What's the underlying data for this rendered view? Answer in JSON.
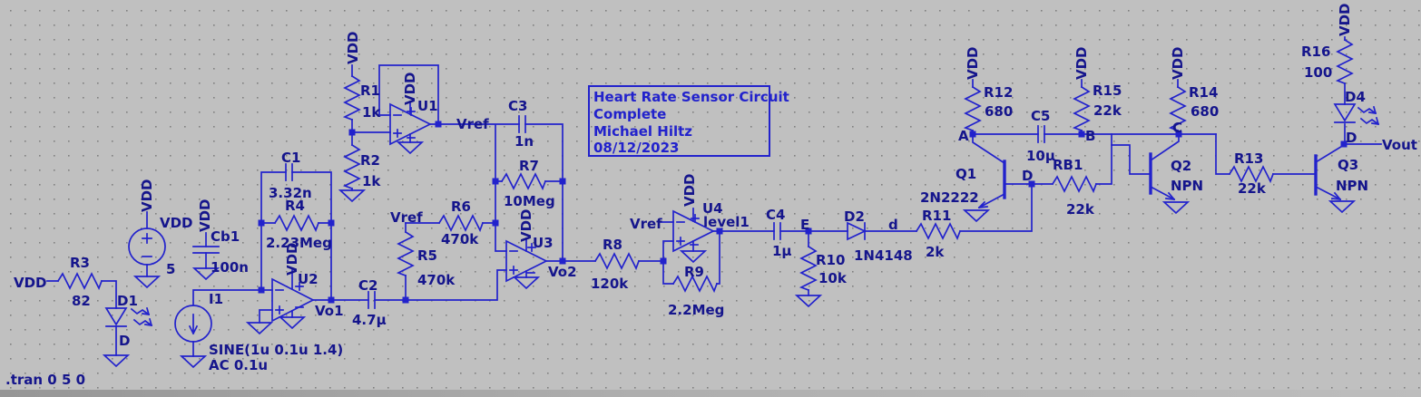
{
  "colors": {
    "background": "#c0c0c0",
    "grid_dot": "#7f7f7f",
    "wire": "#2222cc",
    "label_text": "#15158c",
    "title_text": "#2222cc",
    "bottom_bar": "#9a9a9a"
  },
  "directive": {
    "tran": ".tran 0 5 0"
  },
  "title_block": {
    "line1": "Heart Rate Sensor Circuit",
    "line2": "Complete",
    "line3": "Michael Hiltz",
    "line4": "08/12/2023"
  },
  "nets": {
    "vdd": "VDD",
    "vref": "Vref",
    "vo1": "Vo1",
    "vo2": "Vo2",
    "vout": "Vout",
    "level1": "level1",
    "a": "A",
    "b": "B",
    "c": "C",
    "d": "D",
    "d_diode": "d",
    "e": "E"
  },
  "components": {
    "r1": {
      "ref": "R1",
      "value": "1k"
    },
    "r2": {
      "ref": "R2",
      "value": "1k"
    },
    "r3": {
      "ref": "R3",
      "value": "82"
    },
    "r4": {
      "ref": "R4",
      "value": "2.23Meg"
    },
    "r5": {
      "ref": "R5",
      "value": "470k"
    },
    "r6": {
      "ref": "R6",
      "value": "470k"
    },
    "r7": {
      "ref": "R7",
      "value": "10Meg"
    },
    "r8": {
      "ref": "R8",
      "value": "120k"
    },
    "r9": {
      "ref": "R9",
      "value": "2.2Meg"
    },
    "r10": {
      "ref": "R10",
      "value": "10k"
    },
    "r11": {
      "ref": "R11",
      "value": "2k"
    },
    "r12": {
      "ref": "R12",
      "value": "680"
    },
    "r13": {
      "ref": "R13",
      "value": "22k"
    },
    "r14": {
      "ref": "R14",
      "value": "680"
    },
    "r15": {
      "ref": "R15",
      "value": "22k"
    },
    "r16": {
      "ref": "R16",
      "value": "100"
    },
    "rb1": {
      "ref": "RB1",
      "value": "22k"
    },
    "c1": {
      "ref": "C1",
      "value": "3.32n"
    },
    "c2": {
      "ref": "C2",
      "value": "4.7µ"
    },
    "c3": {
      "ref": "C3",
      "value": "1n"
    },
    "c4": {
      "ref": "C4",
      "value": "1µ"
    },
    "c5": {
      "ref": "C5",
      "value": "10µ"
    },
    "cb1": {
      "ref": "Cb1",
      "value": "100n"
    },
    "d1": {
      "ref": "D1"
    },
    "d2": {
      "ref": "D2",
      "value": "1N4148"
    },
    "d4": {
      "ref": "D4"
    },
    "q1": {
      "ref": "Q1",
      "value": "2N2222"
    },
    "q2": {
      "ref": "Q2",
      "value": "NPN"
    },
    "q3": {
      "ref": "Q3",
      "value": "NPN"
    },
    "u1": {
      "ref": "U1"
    },
    "u2": {
      "ref": "U2"
    },
    "u3": {
      "ref": "U3"
    },
    "u4": {
      "ref": "U4"
    },
    "v1": {
      "ref": "VDD",
      "value": "5"
    },
    "i1": {
      "ref": "I1",
      "value": "SINE(1u 0.1u 1.4)",
      "value2": "AC 0.1u"
    }
  }
}
